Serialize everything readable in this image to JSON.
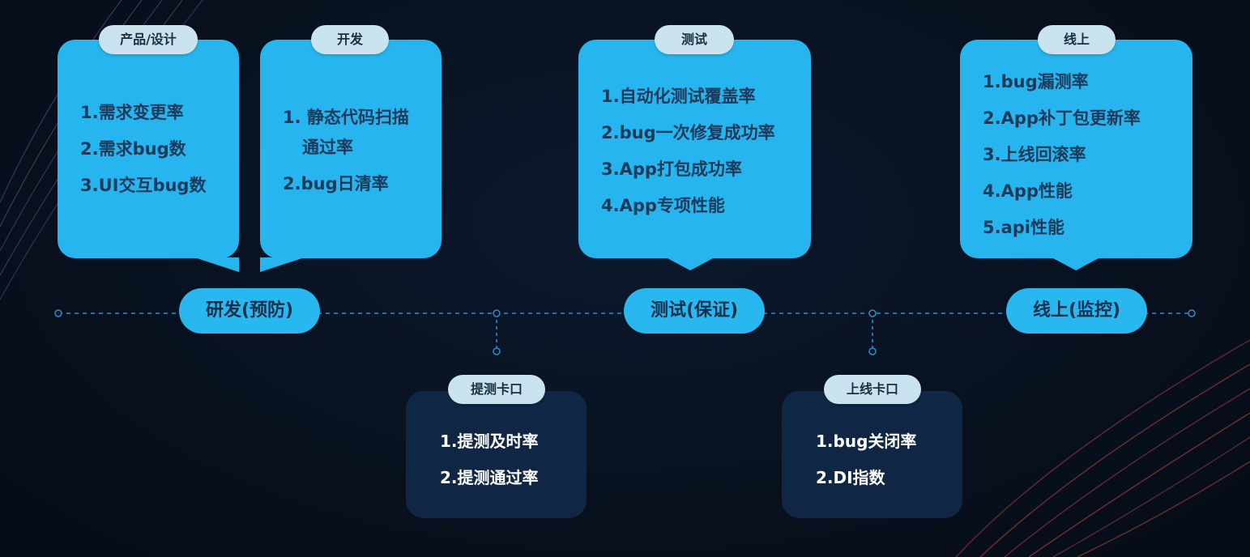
{
  "stages": {
    "product": {
      "label": "产品/设计",
      "items": [
        "1.需求变更率",
        "2.需求bug数",
        "3.UI交互bug数"
      ]
    },
    "dev": {
      "label": "开发",
      "items": [
        "1. 静态代码扫描",
        "通过率",
        "2.bug日清率"
      ]
    },
    "test": {
      "label": "测试",
      "items": [
        "1.自动化测试覆盖率",
        "2.bug一次修复成功率",
        "3.App打包成功率",
        "4.App专项性能"
      ]
    },
    "online": {
      "label": "线上",
      "items": [
        "1.bug漏测率",
        "2.App补丁包更新率",
        "3.上线回滚率",
        "4.App性能",
        "5.api性能"
      ]
    }
  },
  "phases": {
    "rd": "研发(预防)",
    "qa": "测试(保证)",
    "ops": "线上(监控)"
  },
  "gates": {
    "submit": {
      "label": "提测卡口",
      "items": [
        "1.提测及时率",
        "2.提测通过率"
      ]
    },
    "release": {
      "label": "上线卡口",
      "items": [
        "1.bug关闭率",
        "2.DI指数"
      ]
    }
  },
  "colors": {
    "card": "#26b5ee",
    "gate": "#0f2745",
    "line": "#2a8fd0"
  }
}
